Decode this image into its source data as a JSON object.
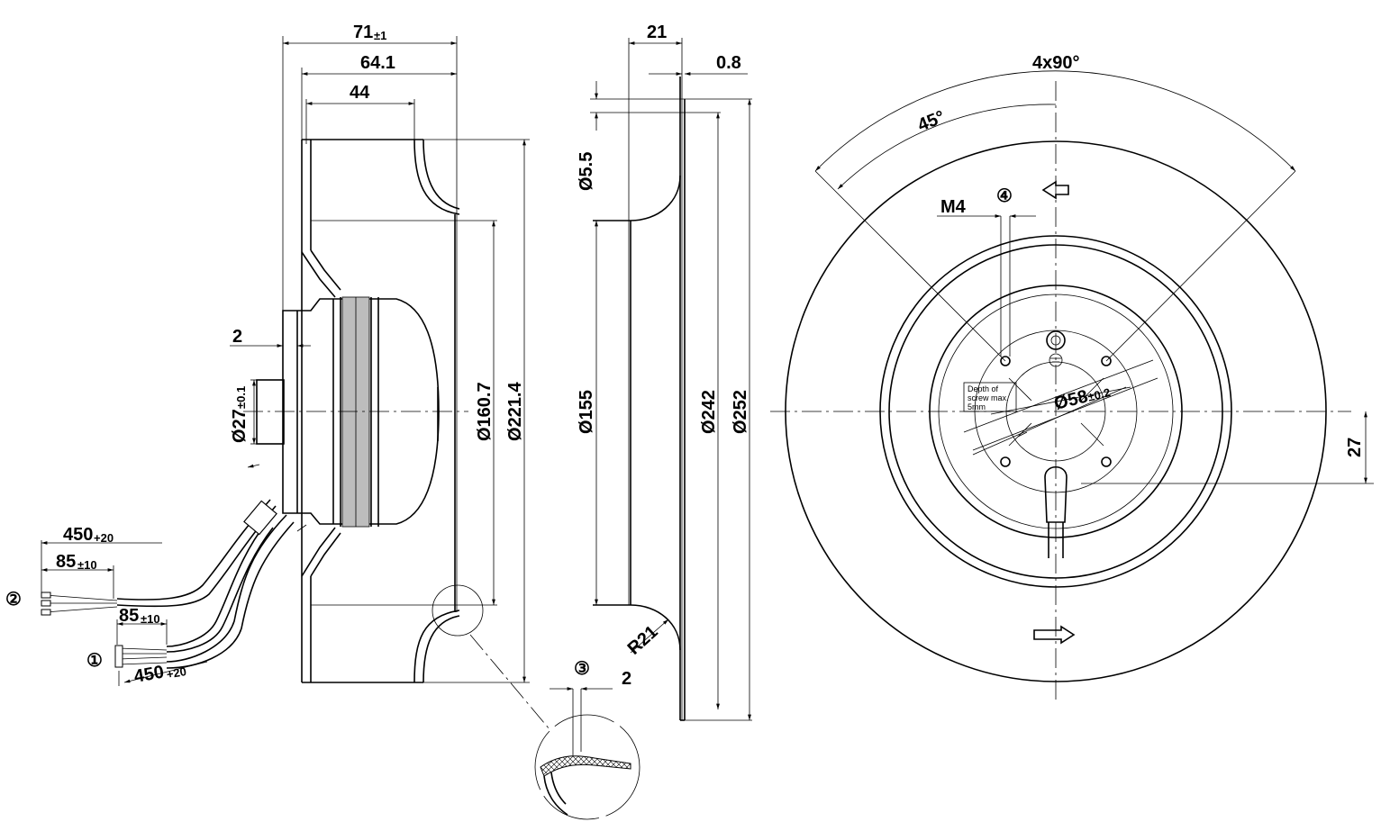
{
  "side_view": {
    "dims": {
      "overall_depth": "71",
      "overall_depth_tol": "±1",
      "depth_64": "64.1",
      "depth_44": "44",
      "shaft_offset": "2",
      "hub_diameter": "Ø27",
      "hub_diameter_tol": "±0.1",
      "inlet_diameter": "Ø160.7",
      "outer_diameter": "Ø221.4"
    },
    "leads": {
      "lead_2_length": "450",
      "lead_2_length_tol": "+20",
      "lead_2_strip": "85",
      "lead_2_strip_tol": "±10",
      "lead_1_strip": "85",
      "lead_1_strip_tol": "±10",
      "lead_1_length": "450",
      "lead_1_length_tol": "+20",
      "marker_1": "①",
      "marker_2": "②"
    }
  },
  "detail": {
    "marker": "③",
    "thickness": "2"
  },
  "section_view": {
    "dims": {
      "width_21": "21",
      "lip_08": "0.8",
      "hole_55": "Ø5.5",
      "inner_155": "Ø155",
      "radius_21": "R21",
      "dia_242": "Ø242",
      "dia_252": "Ø252"
    }
  },
  "front_view": {
    "angle_4x90": "4x90°",
    "angle_45": "45°",
    "thread": "M4",
    "marker_4": "④",
    "bolt_circle": "Ø58",
    "bolt_circle_tol": "±0.2",
    "offset_27": "27",
    "note_line1": "Depth of",
    "note_line2": "screw max.",
    "note_line3": "5mm",
    "icons": [
      "ground-symbol-icon",
      "rotation-arrow-icon"
    ]
  }
}
